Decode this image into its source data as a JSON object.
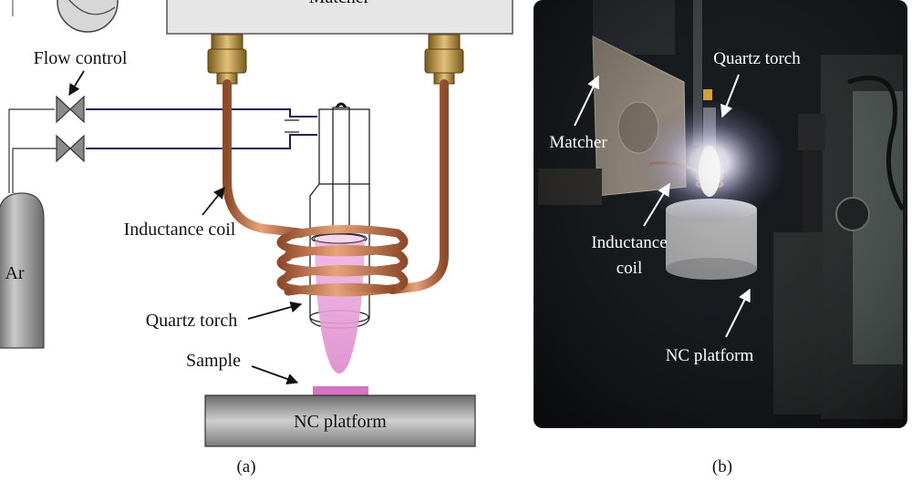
{
  "panel_a": {
    "matcher_label": "Matcher",
    "flow_control_label": "Flow control",
    "gas_label": "Ar",
    "inductance_coil_label": "Inductance coil",
    "quartz_torch_label": "Quartz torch",
    "sample_label": "Sample",
    "platform_label": "NC platform",
    "caption": "(a)"
  },
  "panel_b": {
    "matcher_label": "Matcher",
    "quartz_torch_label": "Quartz torch",
    "inductance_coil_label_line1": "Inductance",
    "inductance_coil_label_line2": "coil",
    "platform_label": "NC platform",
    "caption": "(b)"
  },
  "colors": {
    "copper": "#c8794f",
    "plasma": "#e7a6d8",
    "sample": "#d874c4",
    "gas_line": "#1e1e5a",
    "cylinder": "#9a9a9a",
    "photo_bg": "#101417"
  }
}
